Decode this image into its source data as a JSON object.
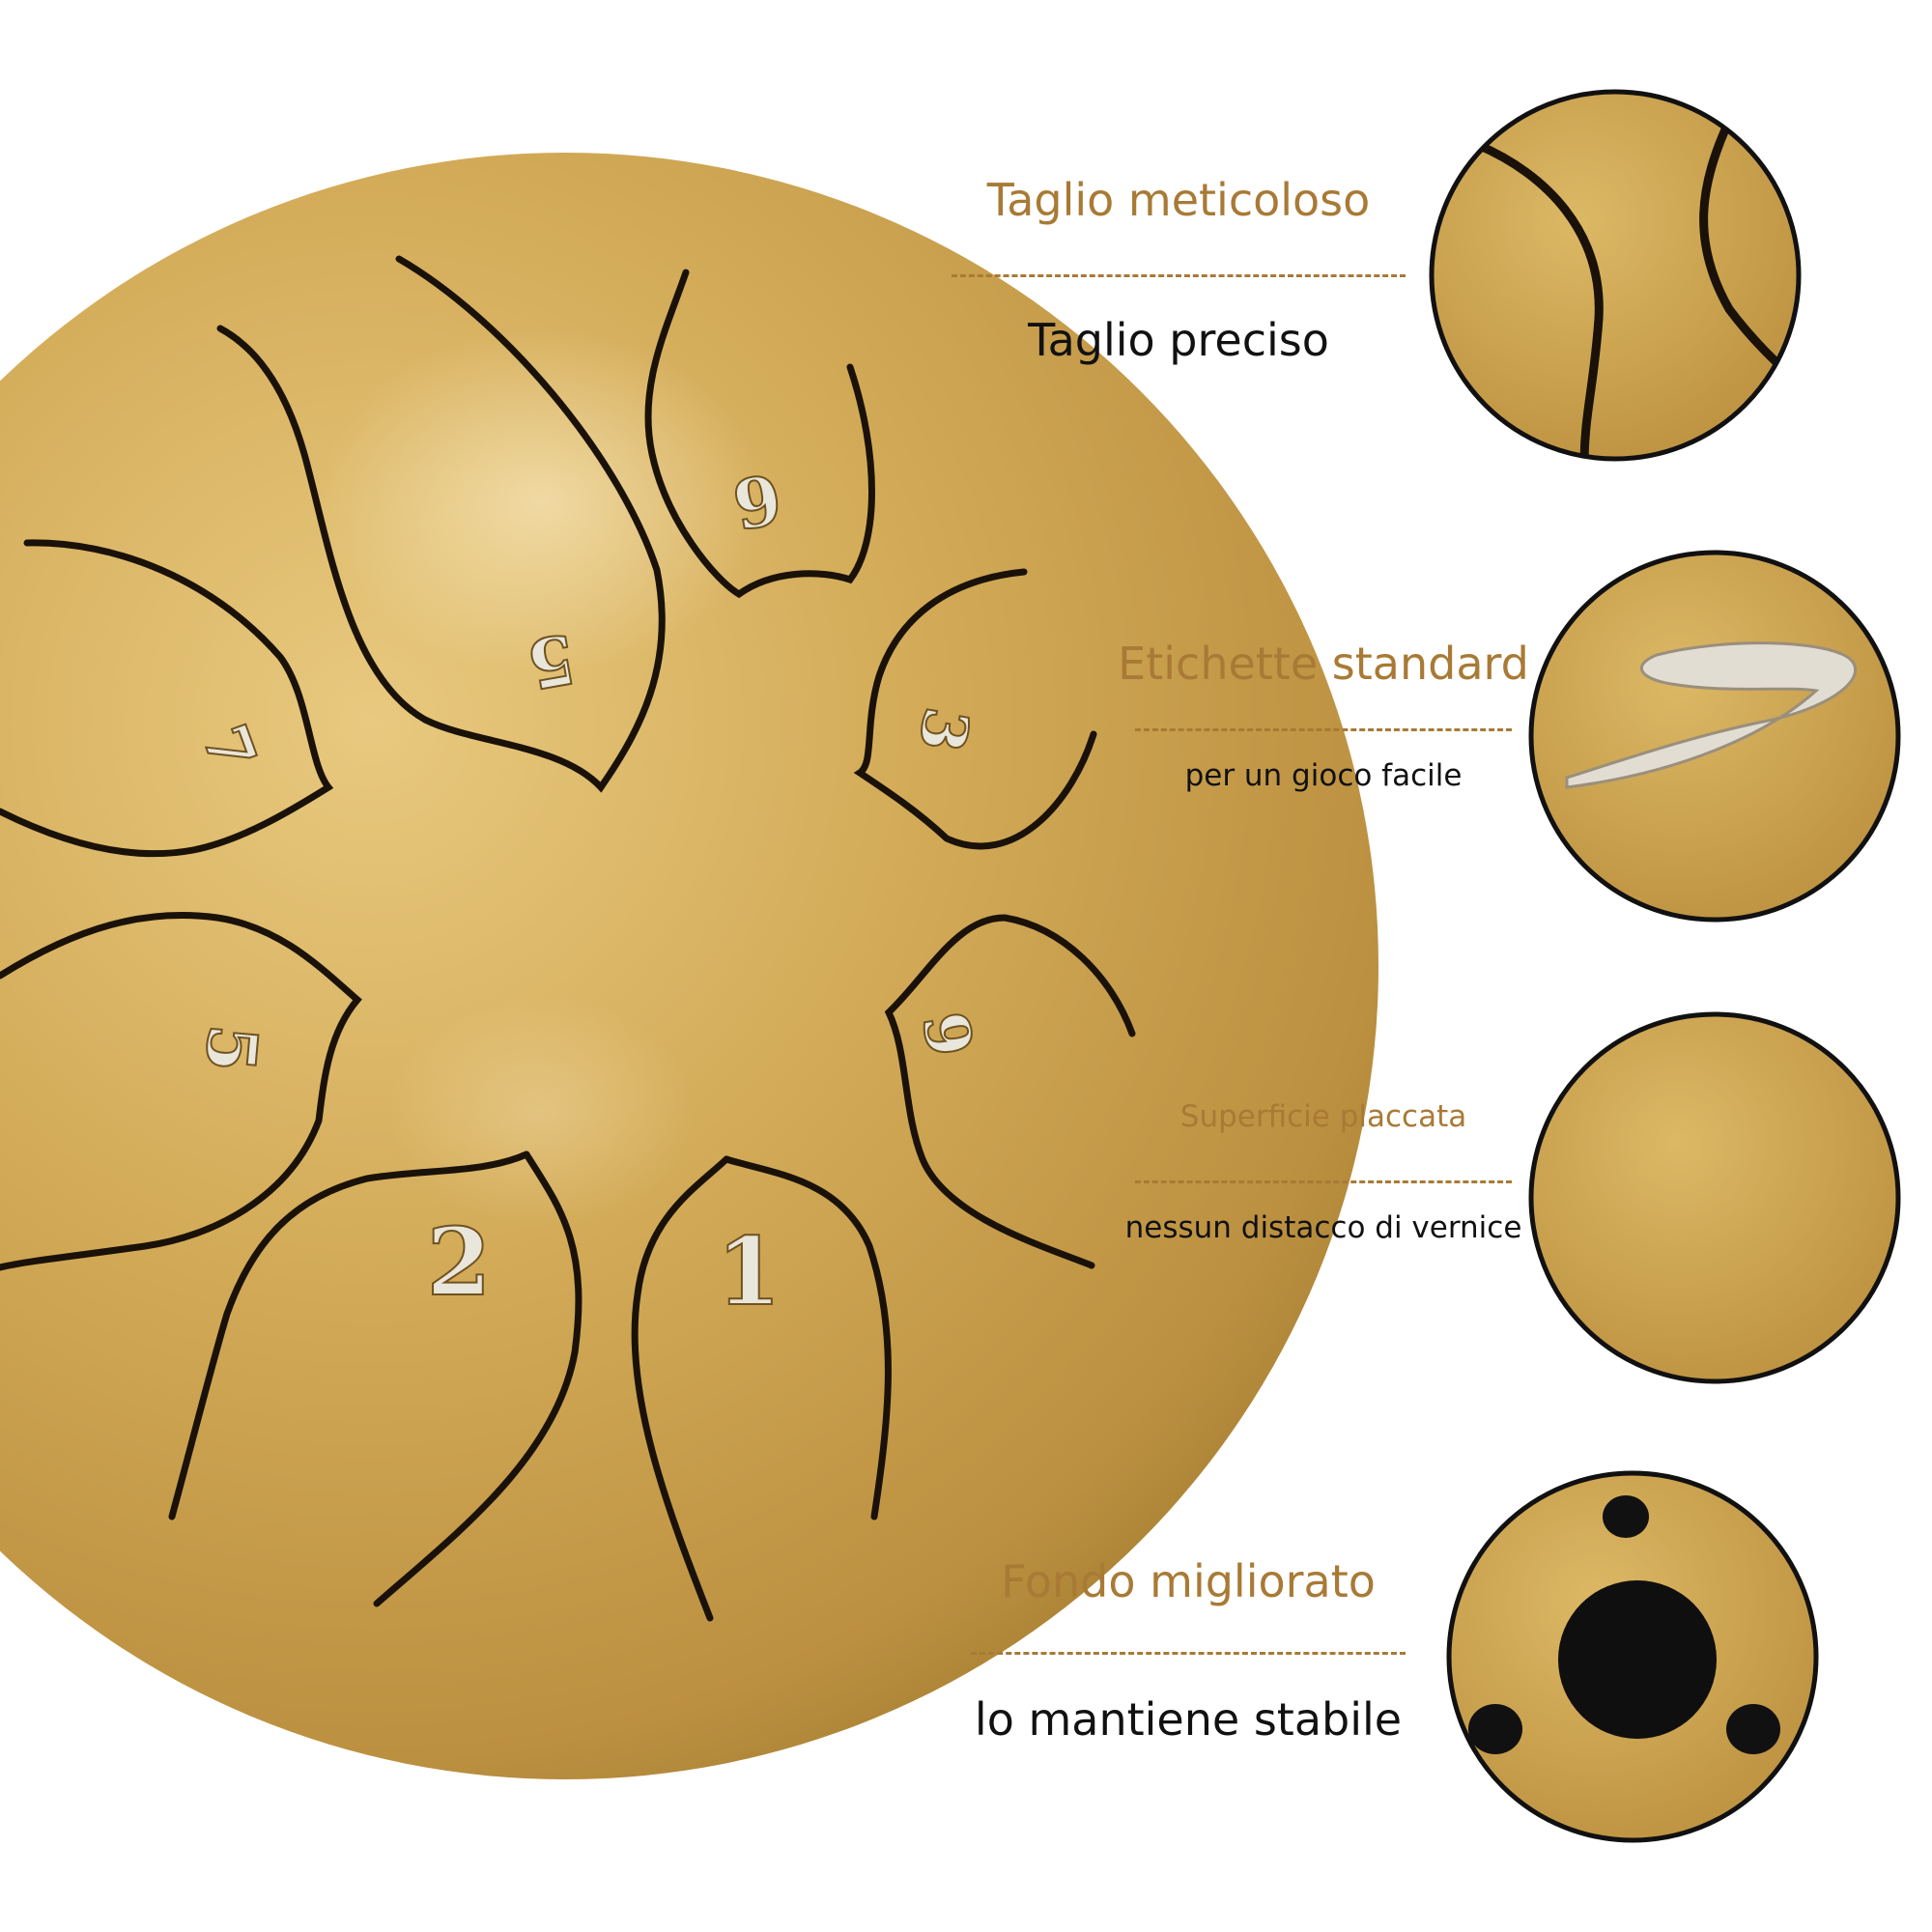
{
  "colors": {
    "background": "#ffffff",
    "gold": "#c9a24e",
    "gold_dark": "#a87a35",
    "slot": "#1a1208",
    "number_silver": "#e9e6dc"
  },
  "drum": {
    "tongue_numbers": [
      "9",
      "5",
      "3",
      "7",
      "5",
      "6",
      "2",
      "1"
    ]
  },
  "features": [
    {
      "title": "Taglio meticoloso",
      "description": "Taglio preciso",
      "icon": "slot-closeup-icon"
    },
    {
      "title": "Etichette standard",
      "description": "per un gioco facile",
      "icon": "number-label-closeup-icon"
    },
    {
      "title": "Superficie placcata",
      "description": "nessun distacco di vernice",
      "icon": "plated-surface-closeup-icon"
    },
    {
      "title": "Fondo migliorato",
      "description": "lo mantiene stabile",
      "icon": "bottom-feet-closeup-icon"
    }
  ]
}
